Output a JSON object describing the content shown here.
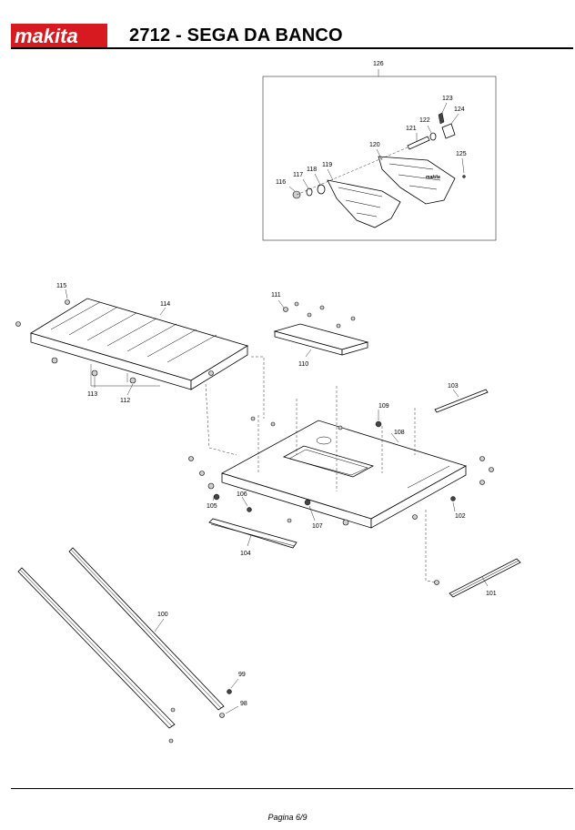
{
  "header": {
    "brand": "makita",
    "title": "2712 - SEGA DA BANCO"
  },
  "footer": {
    "page": "Pagina 6/9"
  },
  "colors": {
    "brand_red": "#d71920",
    "line": "#000000"
  },
  "parts": {
    "p98": "98",
    "p99": "99",
    "p100": "100",
    "p101": "101",
    "p102": "102",
    "p103": "103",
    "p104": "104",
    "p105": "105",
    "p106": "106",
    "p107": "107",
    "p108": "108",
    "p109": "109",
    "p110": "110",
    "p111": "111",
    "p112": "112",
    "p113": "113",
    "p114": "114",
    "p115": "115",
    "p116": "116",
    "p117": "117",
    "p118": "118",
    "p119": "119",
    "p120": "120",
    "p121": "121",
    "p122": "122",
    "p123": "123",
    "p124": "124",
    "p125": "125",
    "p126": "126"
  }
}
